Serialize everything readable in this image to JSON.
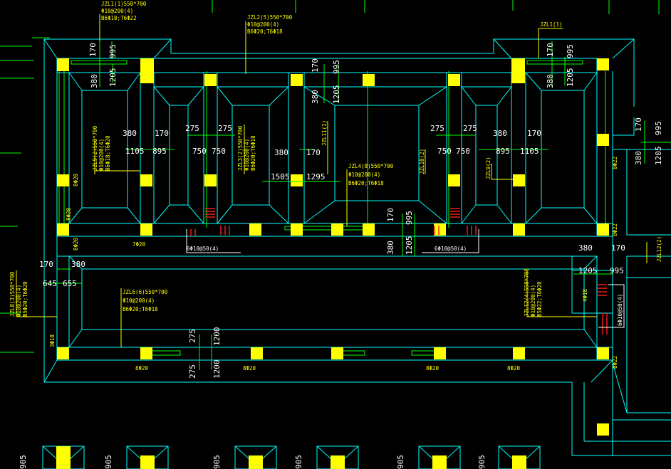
{
  "drawing": {
    "beam_labels": {
      "jzl1_top": [
        "JZL1(1)550*700",
        "Φ10@200(4)",
        "B6Φ18;T6Φ22"
      ],
      "jzl2": [
        "JZL2(5)550*700",
        "Φ10@200(4)",
        "B6Φ20;T6Φ18"
      ],
      "jzl1_right": [
        "JZL1(1)"
      ],
      "jzl9": [
        "JZL9(2)550*700",
        "Φ10@200(4)",
        "B6Φ18;T6Φ20"
      ],
      "jzl3": [
        "JZL3(2)550*700",
        "Φ10@200(4)",
        "B6Φ20;T6Φ18"
      ],
      "jzl11": [
        "JZL11(1)"
      ],
      "jzl4": [
        "JZL4(8)550*700",
        "Φ10@200(4)",
        "B6Φ20;T6Φ18"
      ],
      "jzl10": [
        "JZL10(2)"
      ],
      "jzl9b": [
        "JZL9(2)"
      ],
      "jzl6": [
        "JZL6(6)550*700",
        "Φ10@200(4)",
        "B6Φ20;T6Φ18"
      ],
      "jzl8": [
        "JZL8(3)550*700",
        "Φ10@200(4)",
        "B5Φ20;T6Φ20"
      ],
      "jzl12": [
        "JZL12(4)550*700",
        "Φ10@200(4)",
        "B5Φ22;T6Φ20"
      ],
      "jzl12_right": [
        "JZL12(2)"
      ]
    },
    "rebar_notes": {
      "r8_20_a": "8Φ20",
      "r8_20_b": "8Φ20",
      "r8_20_c": "8Φ20",
      "r8_20_d": "8Φ20",
      "r7_20": "7Φ20",
      "r8_20_side_left": "8Φ20",
      "r8_20_side_left2": "8Φ20",
      "r8_22_right1": "8Φ22",
      "r8_22_right2": "8Φ22",
      "r8_22_right3": "8Φ22",
      "r8_20_right_top": "8Φ20",
      "stirrup_left": "6Φ10@50(4)",
      "stirrup_mid": "6Φ10@50(4)",
      "stirrup_right": "6Φ10@50(4)",
      "r4_18": "4Φ18",
      "r3_18": "3Φ18"
    },
    "dims": {
      "d170": "170",
      "d995": "995",
      "d1205": "1205",
      "d380": "380",
      "d275": "275",
      "d1105": "1105",
      "d895": "895",
      "d750": "750",
      "d1505": "1505",
      "d1295": "1295",
      "d645": "645",
      "d655": "655",
      "d1200": "1200",
      "d905": "905"
    }
  }
}
